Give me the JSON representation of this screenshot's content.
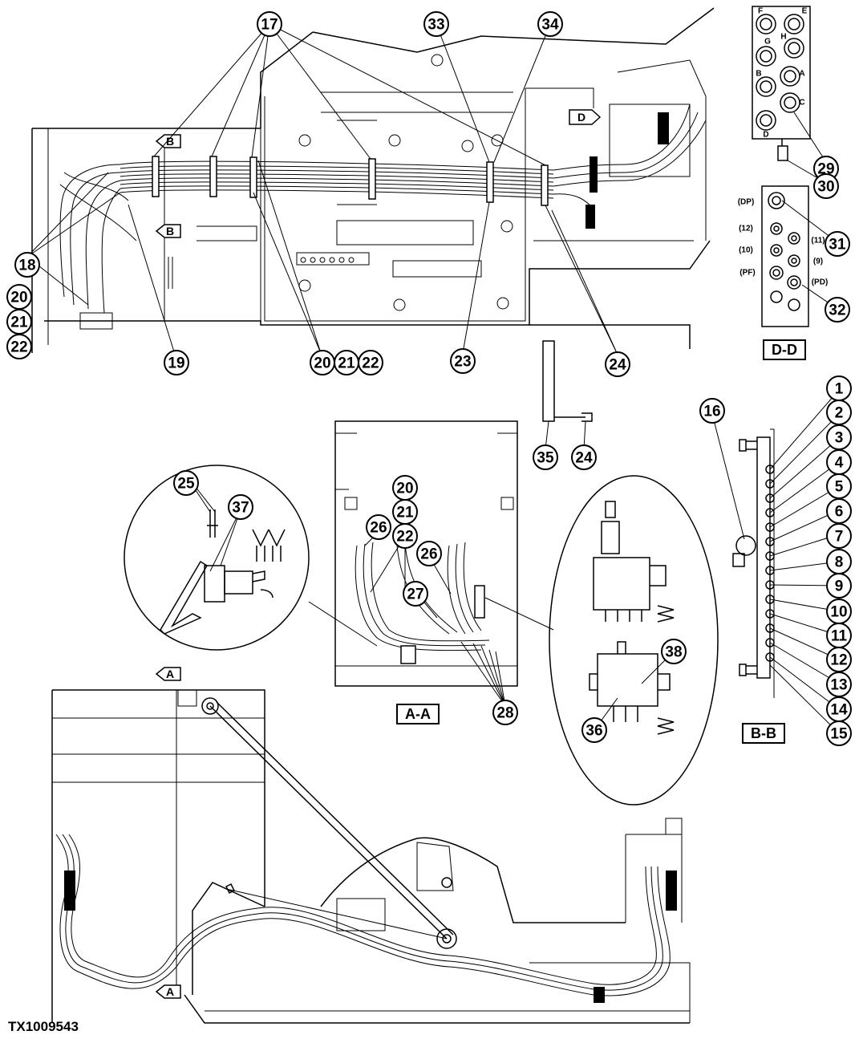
{
  "document_id": "TX1009543",
  "view_labels": {
    "aa": "A-A",
    "bb": "B-B",
    "dd": "D-D"
  },
  "section_flags": {
    "a": "A",
    "b": "B",
    "d": "D"
  },
  "port_labels": {
    "valve_letters": [
      "F",
      "E",
      "G",
      "H",
      "B",
      "A",
      "C",
      "D"
    ],
    "block_ports": [
      "(DP)",
      "(12)",
      "(11)",
      "(10)",
      "(9)",
      "(PF)",
      "(PD)"
    ]
  },
  "callouts": {
    "top": [
      "17",
      "33",
      "34",
      "18",
      "20",
      "21",
      "22",
      "19",
      "20",
      "21",
      "22",
      "23",
      "24"
    ],
    "dd": [
      "29",
      "30",
      "31",
      "32"
    ],
    "middle": [
      "35",
      "24",
      "16",
      "25",
      "37",
      "20",
      "21",
      "22",
      "26",
      "26",
      "27",
      "28",
      "38",
      "36"
    ],
    "bb": [
      "1",
      "2",
      "3",
      "4",
      "5",
      "6",
      "7",
      "8",
      "9",
      "10",
      "11",
      "12",
      "13",
      "14",
      "15"
    ]
  },
  "colors": {
    "line": "#000000",
    "paper": "#ffffff"
  }
}
